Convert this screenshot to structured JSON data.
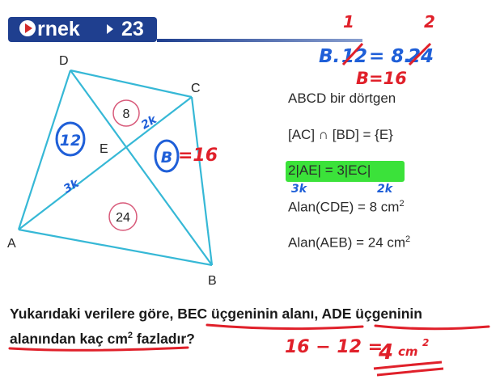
{
  "header": {
    "badge_word": "rnek",
    "badge_number": "23",
    "brand_color": "#1f3f8f"
  },
  "figure": {
    "vertices": {
      "A": "A",
      "B": "B",
      "C": "C",
      "D": "D",
      "E": "E"
    },
    "area_labels": {
      "cde": "8",
      "aeb": "24"
    }
  },
  "givens": {
    "line1": "ABCD bir dörtgen",
    "line2": "[AC] ∩ [BD] = {E}",
    "line3": "2|AE| = 3|EC|",
    "line4_prefix": "Alan(CDE) = 8 cm",
    "line5_prefix": "Alan(AEB) = 24 cm",
    "exponent": "2"
  },
  "question": {
    "line1_a": "Yukarıdaki verilere göre, ",
    "line1_b": "BEC üçgeninin alanı",
    "line1_c": ", ",
    "line1_d": "ADE üçgeninin",
    "line2_a": "alanından kaç cm",
    "line2_exp": "2",
    "line2_b": " fazladır?"
  },
  "handwriting": {
    "top_a": "B.",
    "top_b": "12",
    "top_c": "= 8.",
    "top_d": "24",
    "top_one": "1",
    "top_two": "2",
    "top_result": "B=16",
    "fig_ade": "12",
    "fig_bec": "B",
    "fig_bec_value": "=16",
    "seg_ec": "2k",
    "seg_ae": "3k",
    "under_ae": "3k",
    "under_ec": "2k",
    "answer_calc": "16 − 12 =",
    "answer_value": "4",
    "answer_unit": "cm",
    "answer_exp": "2"
  },
  "colors": {
    "figure_line": "#36b8d6",
    "area_circle": "#d85a7a",
    "highlight": "#3be23a",
    "ink_red": "#e0202a",
    "ink_blue": "#1f5fd8"
  }
}
